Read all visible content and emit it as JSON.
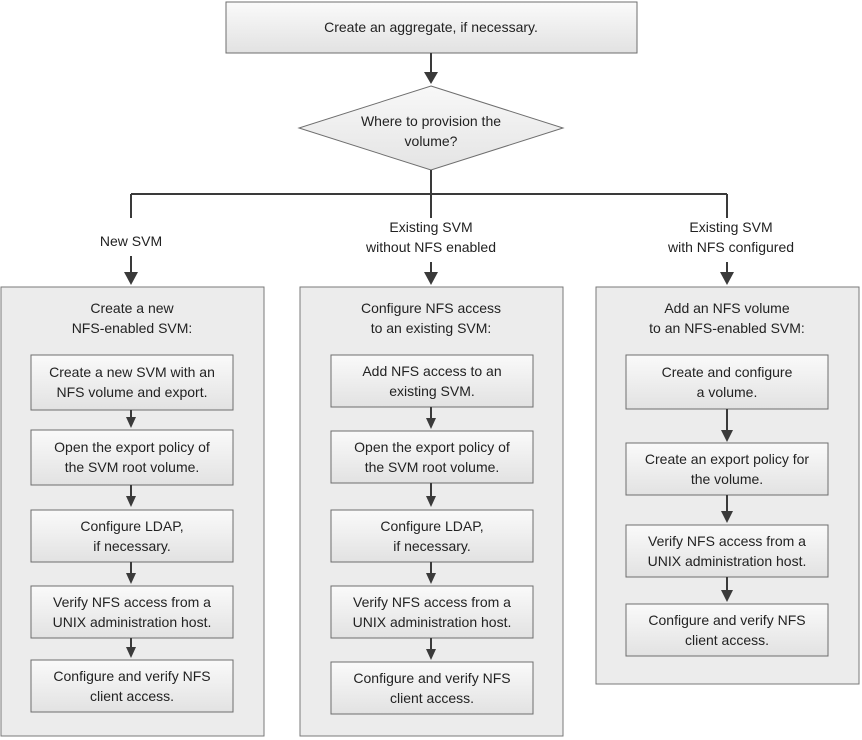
{
  "top_box": "Create an aggregate, if necessary.",
  "decision": [
    "Where to provision the",
    "volume?"
  ],
  "branches": [
    {
      "label": [
        "New SVM"
      ],
      "panel_title": [
        "Create a new",
        "NFS-enabled SVM:"
      ],
      "steps": [
        [
          "Create a new SVM with an",
          "NFS volume and export."
        ],
        [
          "Open the export policy of",
          "the SVM root volume."
        ],
        [
          "Configure LDAP,",
          "if necessary."
        ],
        [
          "Verify NFS access from a",
          "UNIX administration host."
        ],
        [
          "Configure and verify NFS",
          "client access."
        ]
      ]
    },
    {
      "label": [
        "Existing SVM",
        "without NFS enabled"
      ],
      "panel_title": [
        "Configure NFS access",
        "to an existing SVM:"
      ],
      "steps": [
        [
          "Add NFS access to an",
          "existing SVM."
        ],
        [
          "Open the export policy of",
          "the SVM root volume."
        ],
        [
          "Configure LDAP,",
          "if necessary."
        ],
        [
          "Verify NFS access from a",
          "UNIX administration host."
        ],
        [
          "Configure and verify NFS",
          "client access."
        ]
      ]
    },
    {
      "label": [
        "Existing SVM",
        "with NFS configured"
      ],
      "panel_title": [
        "Add an NFS volume",
        "to an NFS-enabled SVM:"
      ],
      "steps": [
        [
          "Create and configure",
          "a volume."
        ],
        [
          "Create an export policy for",
          "the volume."
        ],
        [
          "Verify NFS access from a",
          "UNIX administration host."
        ],
        [
          "Configure and verify NFS",
          "client access."
        ]
      ]
    }
  ]
}
